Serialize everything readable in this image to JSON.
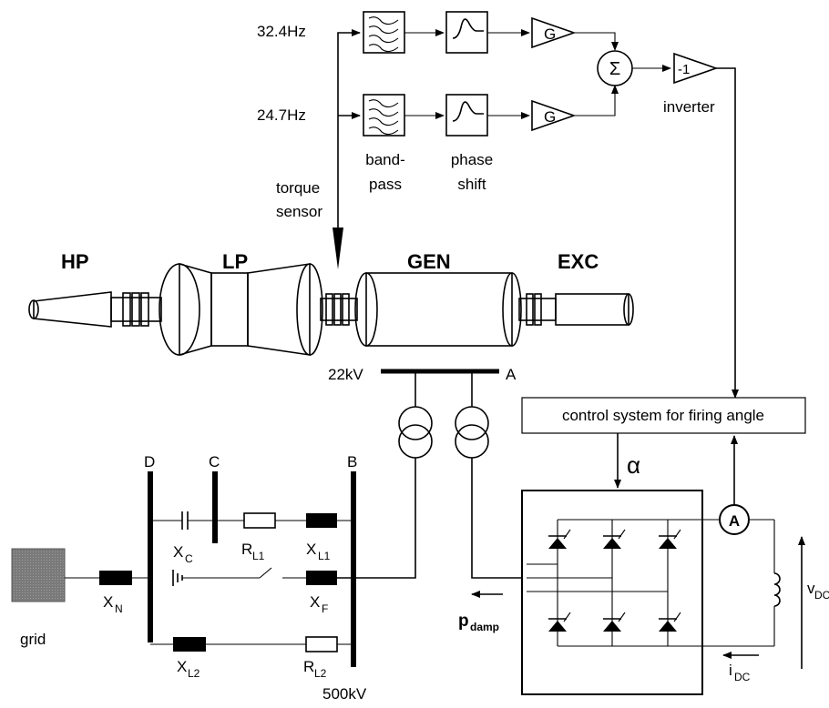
{
  "signals": {
    "freq1": "32.4Hz",
    "freq2": "24.7Hz"
  },
  "blocks": {
    "gain": "G",
    "sum": "Σ",
    "invert_gain": "-1",
    "inverter": "inverter",
    "bandpass_1": "band-",
    "bandpass_2": "pass",
    "phaseshift_1": "phase",
    "phaseshift_2": "shift",
    "torque_1": "torque",
    "torque_2": "sensor",
    "control": "control system for firing angle",
    "alpha": "α",
    "ammeter": "A"
  },
  "turbine": {
    "hp": "HP",
    "lp": "LP",
    "gen": "GEN",
    "exc": "EXC"
  },
  "buses": {
    "gen_bus": "22kV",
    "a": "A",
    "b": "B",
    "c": "C",
    "d": "D",
    "hv": "500kV"
  },
  "components": {
    "xc_main": "X",
    "xc_sub": "C",
    "rl1_main": "R",
    "rl1_sub": "L1",
    "xl1_main": "X",
    "xl1_sub": "L1",
    "xf_main": "X",
    "xf_sub": "F",
    "xn_main": "X",
    "xn_sub": "N",
    "xl2_main": "X",
    "xl2_sub": "L2",
    "rl2_main": "R",
    "rl2_sub": "L2",
    "grid": "grid",
    "pdamp_main": "p",
    "pdamp_sub": "damp",
    "vdc_main": "v",
    "vdc_sub": "DC",
    "idc_main": "i",
    "idc_sub": "DC"
  }
}
